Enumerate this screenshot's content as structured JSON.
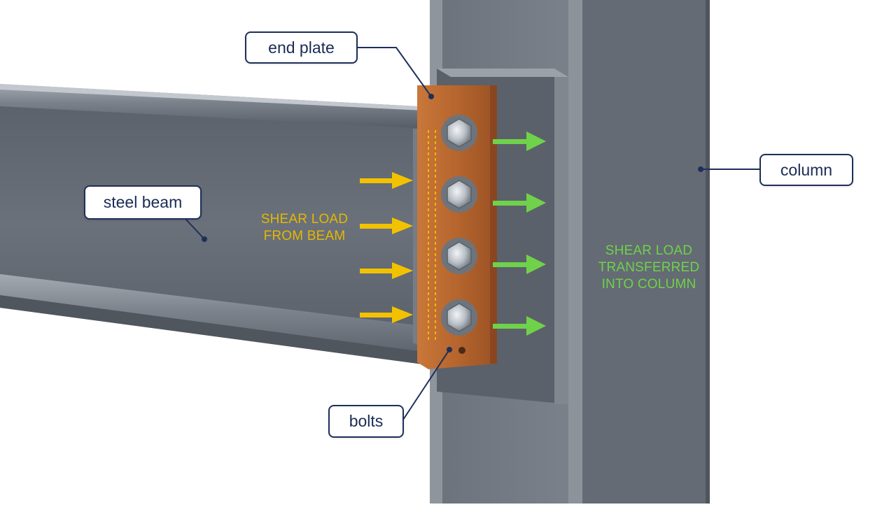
{
  "labels": {
    "end_plate": "end plate",
    "steel_beam": "steel beam",
    "bolts": "bolts",
    "column": "column"
  },
  "annotations": {
    "shear_from_beam": [
      "SHEAR LOAD",
      "FROM BEAM"
    ],
    "shear_into_column": [
      "SHEAR LOAD",
      "TRANSFERRED",
      "INTO COLUMN"
    ]
  },
  "colors": {
    "steel": "#5f6670",
    "steel_light": "#8a9098",
    "end_plate": "#b5652d",
    "callout_border": "#1e2f5a",
    "arrow_in": "#f2c200",
    "arrow_out": "#6fd24a",
    "text_in": "#e6b800",
    "text_out": "#6fd24a"
  },
  "bolt_count": 4
}
